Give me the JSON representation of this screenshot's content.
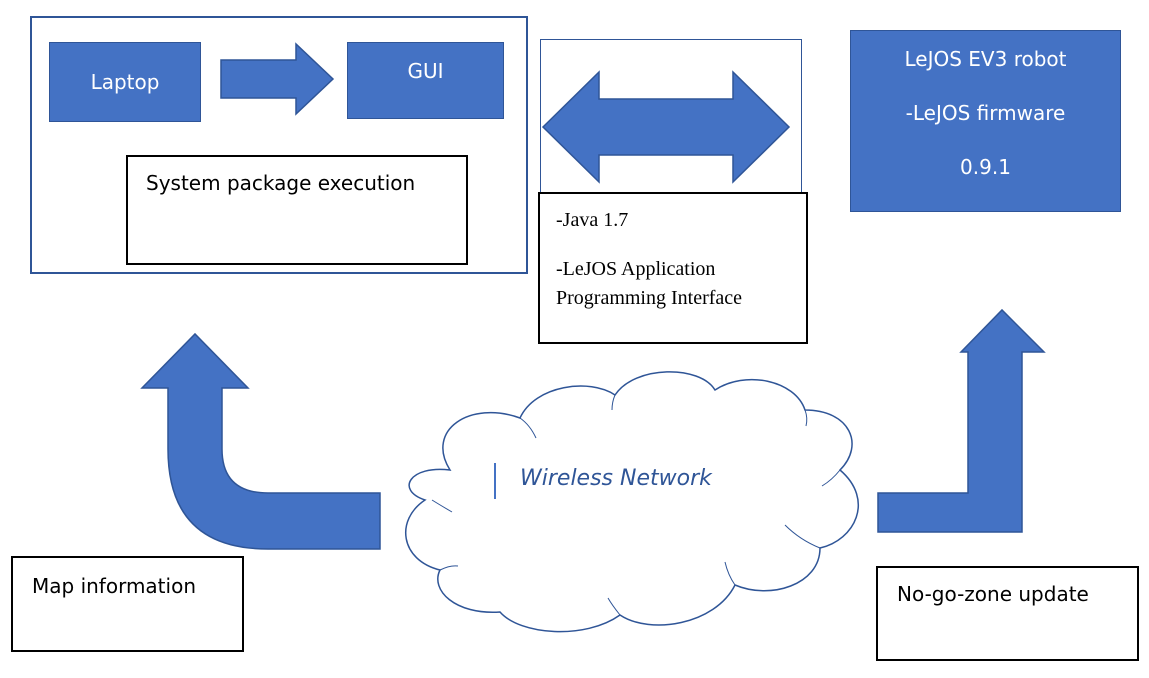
{
  "laptop_group": {
    "laptop_label": "Laptop",
    "gui_label": "GUI",
    "execution_label": "System package execution"
  },
  "api_box": {
    "line1": "-Java 1.7",
    "line2a": "-LeJOS Application",
    "line2b": "Programming Interface"
  },
  "robot_box": {
    "line1": "LeJOS EV3 robot",
    "line2": "-LeJOS firmware",
    "line3": "0.9.1"
  },
  "network": {
    "label": "Wireless Network"
  },
  "map_box": {
    "label": "Map information"
  },
  "nogo_box": {
    "label": "No-go-zone update"
  },
  "colors": {
    "shape_fill": "#4472C4",
    "shape_outline": "#2F5597",
    "network_text": "#2F5597"
  }
}
